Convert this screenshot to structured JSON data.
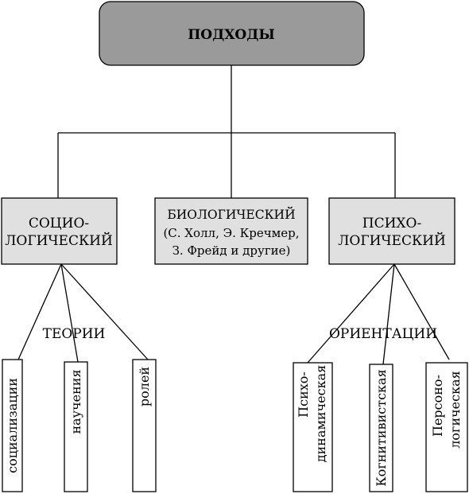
{
  "root": {
    "label": "ПОДХОДЫ"
  },
  "approaches": {
    "socio": {
      "line1": "СОЦИО-",
      "line2": "ЛОГИЧЕСКИЙ"
    },
    "bio": {
      "line1": "БИОЛОГИЧЕСКИЙ",
      "line2": "(С. Холл, Э. Кречмер,",
      "line3": "З. Фрейд и другие)"
    },
    "psycho": {
      "line1": "ПСИХО-",
      "line2": "ЛОГИЧЕСКИЙ"
    }
  },
  "theories": {
    "label": "ТЕОРИИ",
    "items": [
      "социализации",
      "научения",
      "ролей"
    ]
  },
  "orientations": {
    "label": "ОРИЕНТАЦИИ",
    "items": [
      {
        "line1": "Психо-",
        "line2": "динамическая"
      },
      {
        "line1": "Когнитивистская"
      },
      {
        "line1": "Персоно-",
        "line2": "логическая"
      }
    ]
  },
  "colors": {
    "root_fill": "#9a9a9a",
    "box_fill": "#e0e0e0",
    "leaf_fill": "#ffffff",
    "stroke": "#000000"
  }
}
